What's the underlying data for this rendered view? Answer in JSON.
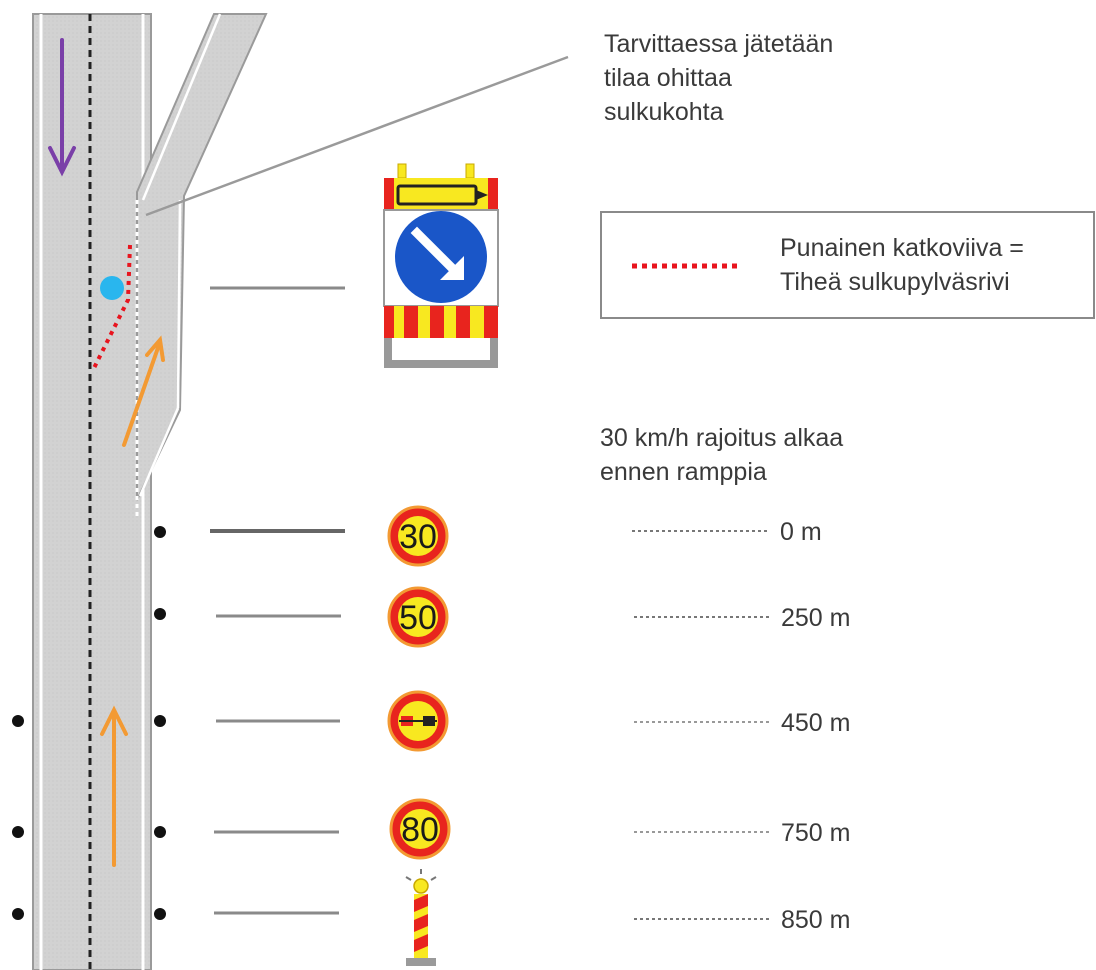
{
  "callout": {
    "line1": "Tarvittaessa jätetään",
    "line2": "tilaa ohittaa",
    "line3": "sulkukohta"
  },
  "legend": {
    "line1": "Punainen katkoviiva =",
    "line2": "Tiheä sulkupylväsrivi",
    "color": "#e8141e"
  },
  "speed_note": {
    "line1": "30 km/h rajoitus alkaa",
    "line2": "ennen ramppia"
  },
  "signs": [
    {
      "type": "speed-limit",
      "value": "30",
      "distance": "0 m"
    },
    {
      "type": "speed-limit",
      "value": "50",
      "distance": "250 m"
    },
    {
      "type": "no-overtaking",
      "value": "",
      "distance": "450 m"
    },
    {
      "type": "speed-limit",
      "value": "80",
      "distance": "750 m"
    },
    {
      "type": "warning-post",
      "value": "",
      "distance": "850 m"
    }
  ],
  "colors": {
    "road": "#d4d4d4",
    "arrow_up": "#f39a33",
    "arrow_down": "#7a3fa8",
    "marker": "#29b6ee",
    "sign_yellow": "#f8e820",
    "sign_red": "#e8241e",
    "sign_blue": "#1a56c8"
  }
}
